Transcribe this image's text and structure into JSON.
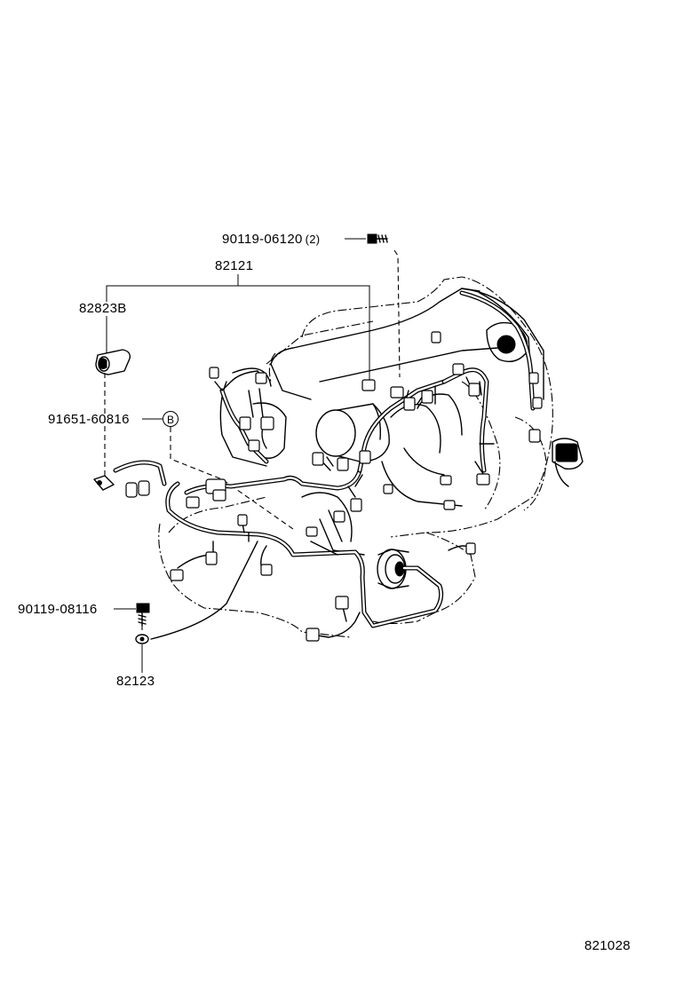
{
  "labels": {
    "bolt_top": "90119-06120",
    "bolt_top_qty": "(2)",
    "harness": "82121",
    "clamp": "82823B",
    "grommet": "91651-60816",
    "ref_b": "B",
    "bolt_left": "90119-08116",
    "ground_wire": "82123"
  },
  "diagram_id": "821028"
}
